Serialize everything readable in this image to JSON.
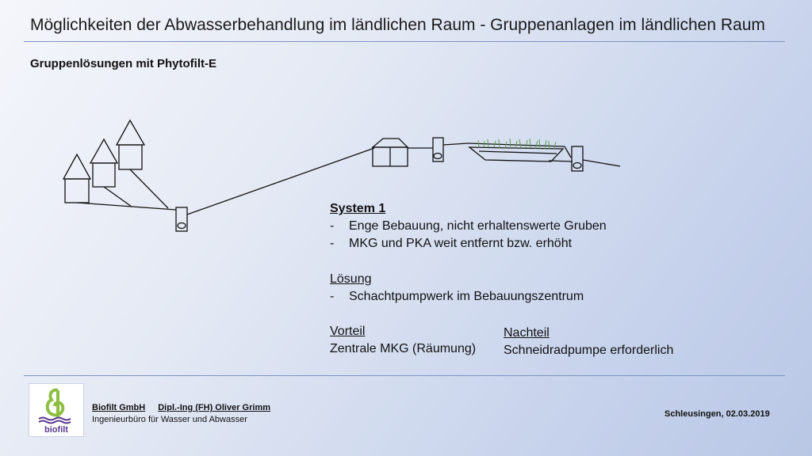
{
  "header": {
    "title": "Möglichkeiten der Abwasserbehandlung im ländlichen Raum - Gruppenanlagen im ländlichen Raum",
    "subtitle": "Gruppenlösungen mit Phytofilt-E"
  },
  "system": {
    "heading": "System 1",
    "bullets": [
      "Enge Bebauung, nicht erhaltenswerte Gruben",
      "MKG und PKA weit entfernt bzw. erhöht"
    ]
  },
  "solution": {
    "heading": "Lösung",
    "bullets": [
      "Schachtpumpwerk im Bebauungszentrum"
    ]
  },
  "advantage": {
    "heading": "Vorteil",
    "text": "Zentrale MKG (Räumung)"
  },
  "disadvantage": {
    "heading": "Nachteil",
    "text": "Schneidradpumpe erforderlich"
  },
  "footer": {
    "company": "Biofilt GmbH",
    "person": "Dipl.-Ing (FH) Oliver Grimm",
    "subtitle": "Ingenieurbüro für Wasser und Abwasser",
    "date": "Schleusingen, 02.03.2019",
    "logo_text": "biofilt"
  },
  "colors": {
    "rule": "#7d93c4",
    "logo_green": "#8cbf3f",
    "logo_purple": "#5a3a8c",
    "reed_green": "#5aa04a"
  }
}
